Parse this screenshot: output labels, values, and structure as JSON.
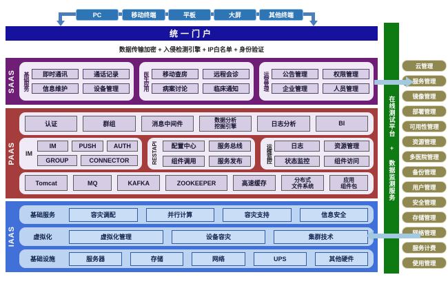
{
  "terminals": [
    "PC",
    "移动终端",
    "平板",
    "大屏",
    "其他终端"
  ],
  "portal": {
    "title": "统一门户",
    "security_line": "数据传输加密 + 入侵检测引擎 + IP白名单 + 身份验证"
  },
  "saas": {
    "label": "SAAS",
    "groups": [
      {
        "label": "基础服务",
        "items": [
          "即时通讯",
          "通话记录",
          "信息维护",
          "设备管理"
        ]
      },
      {
        "label": "医生应用",
        "items": [
          "移动查房",
          "远程会诊",
          "病案讨论",
          "临床通知"
        ]
      },
      {
        "label": "运营管理",
        "items": [
          "公告管理",
          "权限管理",
          "企业管理",
          "人员管理"
        ]
      }
    ]
  },
  "paas": {
    "label": "PAAS",
    "middleware": [
      "认证",
      "群组",
      "消息中间件",
      "数据分析\n挖掘引擎",
      "日志分析",
      "BI"
    ],
    "groups": [
      {
        "label": "IM",
        "row1": [
          "IM",
          "PUSH",
          "AUTH"
        ],
        "row2": [
          "GROUP",
          "CONNECTOR"
        ]
      },
      {
        "label": "RESTAPI",
        "items": [
          "配置中心",
          "服务总线",
          "组件调用",
          "服务发布"
        ]
      },
      {
        "label": "运维监控",
        "items": [
          "日志",
          "资源管理",
          "状态监控",
          "组件访问"
        ]
      }
    ],
    "infra": [
      "Tomcat",
      "MQ",
      "KAFKA",
      "ZOOKEEPER",
      "高速缓存",
      "分布式\n文件系统",
      "应用\n组件包"
    ]
  },
  "iaas": {
    "label": "IAAS",
    "rows": [
      {
        "label": "基础服务",
        "items": [
          "容灾调配",
          "并行计算",
          "容灾支持",
          "信息安全"
        ]
      },
      {
        "label": "虚拟化",
        "items": [
          "虚拟化管理",
          "设备容灾",
          "集群技术"
        ]
      },
      {
        "label": "基础设施",
        "items": [
          "服务器",
          "存储",
          "网络",
          "UPS",
          "其他硬件"
        ]
      }
    ]
  },
  "sidebar": {
    "bar_label": "在线测试平台 + 数据监测服务",
    "items": [
      "云管理",
      "服务管理",
      "镜像管理",
      "部署管理",
      "可用性管理",
      "资源管理",
      "多医院管理",
      "备份管理",
      "用户管理",
      "安全管理",
      "存储管理",
      "网络管理",
      "服务计费",
      "使用管理"
    ]
  },
  "colors": {
    "banner": "#17129E",
    "terminal_blue": "#2E75B6",
    "saas_purple": "#6E1E74",
    "paas_maroon": "#A43D3C",
    "iaas_blue": "#4170D8",
    "sidebar_green": "#0E7B12",
    "sidebar_olive": "#8F8851",
    "arrow_blue": "#A2C9DF"
  }
}
